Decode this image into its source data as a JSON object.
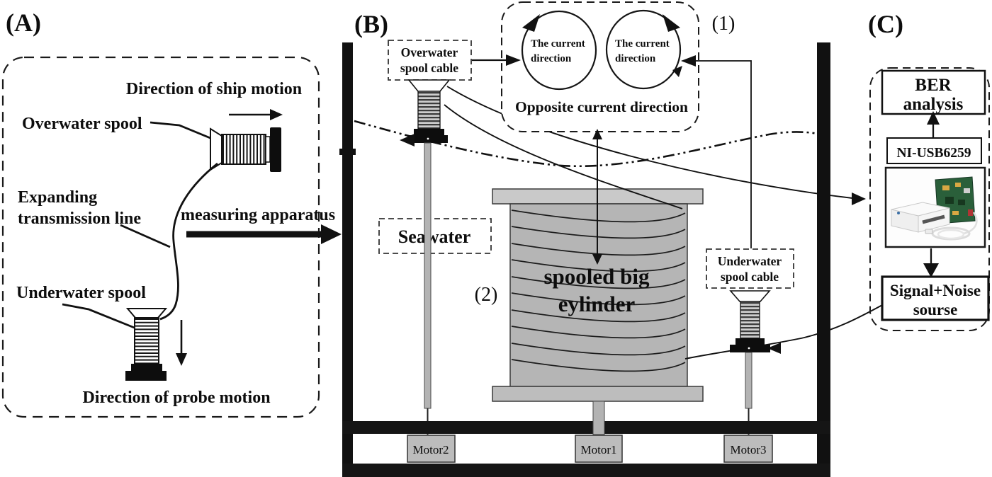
{
  "figure": {
    "panel_a": {
      "tag": "(A)",
      "ship_motion_label": "Direction of ship motion",
      "overwater_spool_label": "Overwater spool",
      "expanding_line1": "Expanding",
      "expanding_line2": "transmission line",
      "measuring_apparatus_label": "measuring apparatus",
      "underwater_spool_label": "Underwater spool",
      "probe_motion_label": "Direction of probe motion"
    },
    "panel_b": {
      "tag": "(B)",
      "marker1": "(1)",
      "marker2": "(2)",
      "overwater_cable_line1": "Overwater",
      "overwater_cable_line2": "spool cable",
      "underwater_cable_line1": "Underwater",
      "underwater_cable_line2": "spool cable",
      "seawater_label": "Seawater",
      "current_left_line1": "The current",
      "current_left_line2": "direction",
      "current_right_line1": "The current",
      "current_right_line2": "direction",
      "opposite_label": "Opposite current direction",
      "cylinder_line1": "spooled big",
      "cylinder_line2": "eylinder",
      "motor1": "Motor1",
      "motor2": "Motor2",
      "motor3": "Motor3"
    },
    "panel_c": {
      "tag": "(C)",
      "ber_line1": "BER",
      "ber_line2": "analysis",
      "daq_label": "NI-USB6259",
      "signal_line1": "Signal+Noise",
      "signal_line2": "sourse"
    },
    "colors": {
      "ink": "#111111",
      "cylinder_body": "#b5b5b5",
      "cylinder_flange": "#c9c9c9",
      "rod_gray": "#b3b3b3",
      "motor_gray": "#bcbcbc",
      "spool_barrel_bg": "#cdcdcd",
      "pcb_green": "#2a5f3a"
    }
  }
}
